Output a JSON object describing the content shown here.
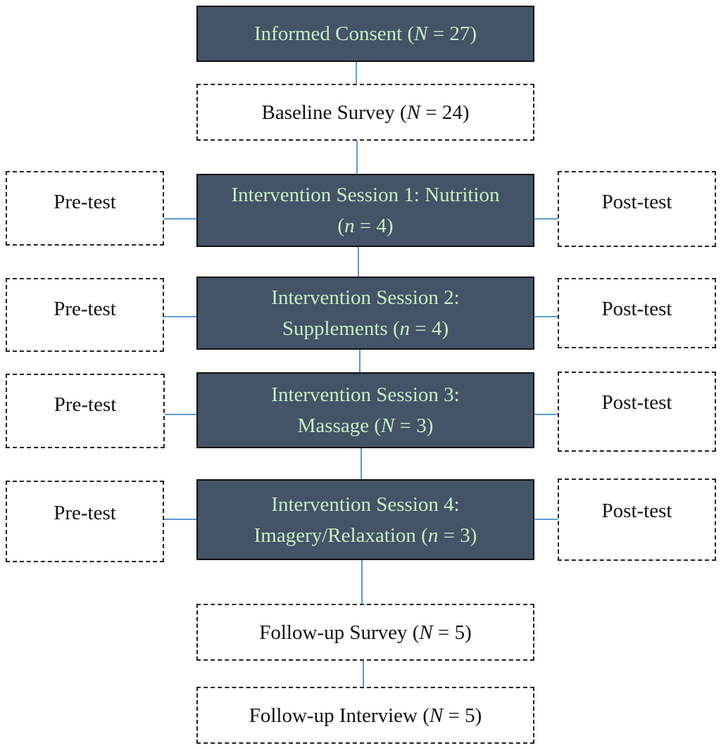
{
  "main_flow": [
    {
      "pre": "Informed Consent (",
      "var": "N",
      "post": " = 27)"
    },
    {
      "pre": "Baseline Survey (",
      "var": "N",
      "post": " = 24)"
    },
    {
      "line1": "Intervention Session 1: Nutrition",
      "pre": "(",
      "var": "n",
      "post": " = 4)"
    },
    {
      "line1": "Intervention Session 2:",
      "pre": "Supplements (",
      "var": "n",
      "post": " = 4)"
    },
    {
      "line1": "Intervention Session 3:",
      "pre": "Massage (",
      "var": "N",
      "post": " = 3)"
    },
    {
      "line1": "Intervention Session 4:",
      "pre": "Imagery/Relaxation (",
      "var": "n",
      "post": " = 3)"
    },
    {
      "pre": "Follow-up Survey (",
      "var": "N",
      "post": " = 5)"
    },
    {
      "pre": "Follow-up Interview (",
      "var": "N",
      "post": " = 5)"
    }
  ],
  "side_boxes": {
    "pre_label": "Pre-test",
    "post_label": "Post-test"
  },
  "colors": {
    "dark_fill": "#435368",
    "dark_text": "#c6f0c2",
    "connector": "#5b9bd5"
  }
}
